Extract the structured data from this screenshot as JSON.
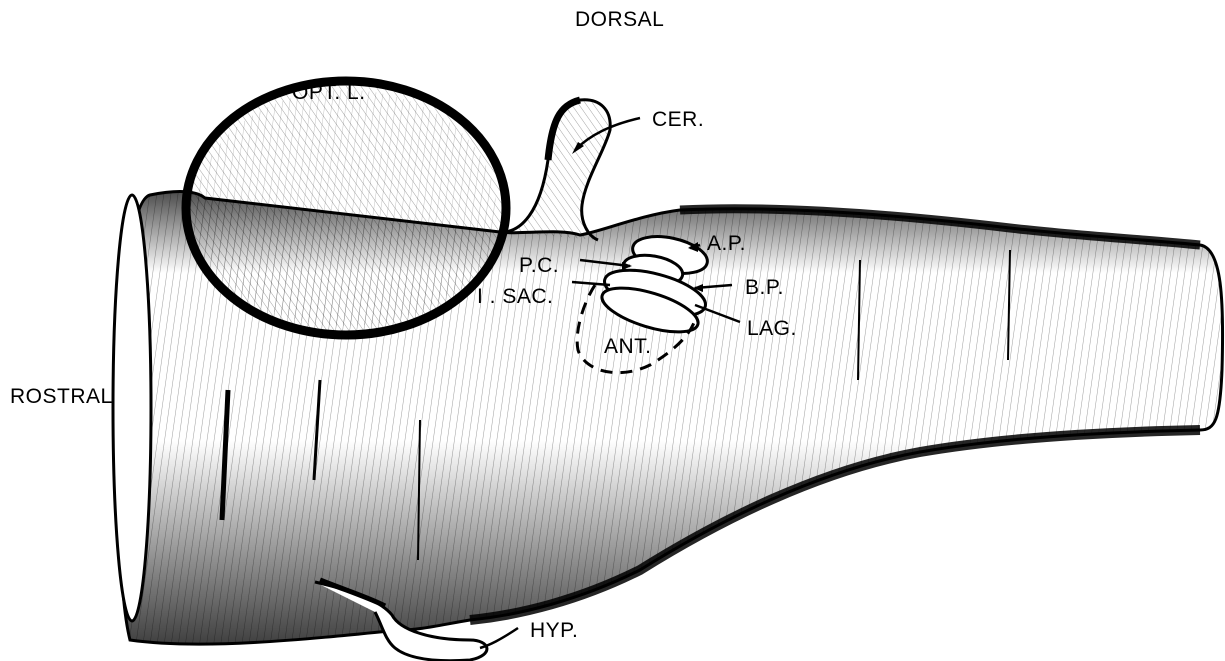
{
  "diagram": {
    "orientation": {
      "dorsal": "DORSAL",
      "rostral": "ROSTRAL"
    },
    "labels": {
      "optic_lobe": "OPT. L.",
      "cerebellum": "CER.",
      "ap": "A.P.",
      "pc": "P.C.",
      "bp": "B.P.",
      "isac": "I . SAC.",
      "lag": "LAG.",
      "ant": "ANT.",
      "hyp": "HYP."
    }
  }
}
